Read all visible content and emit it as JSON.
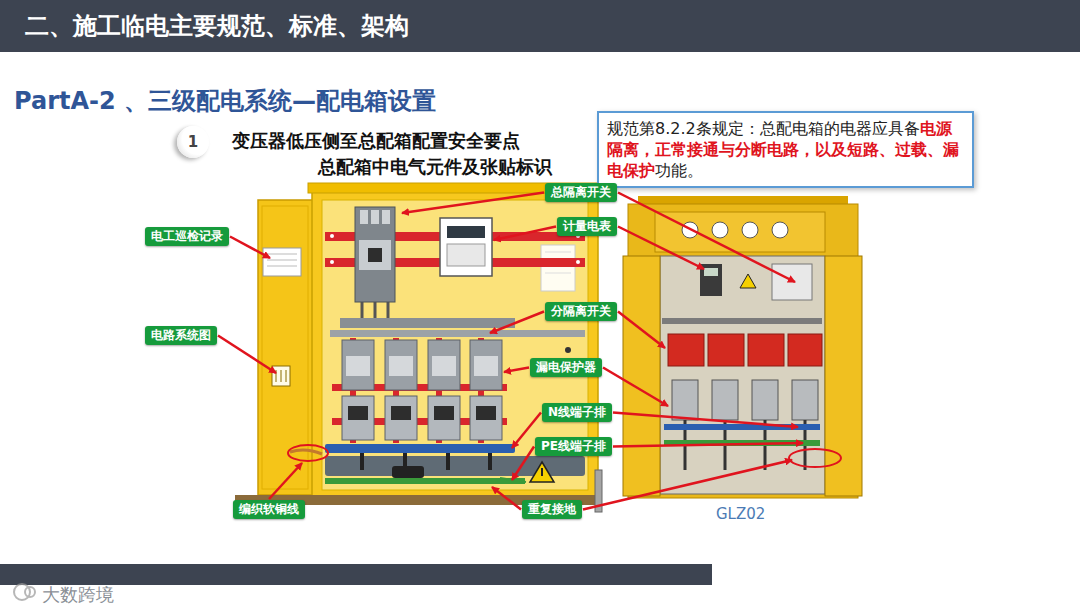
{
  "diagram": {
    "title": "二、施工临电主要规范、标准、架构",
    "nodes": [
      {
        "text": [
          "1"
        ]
      },
      {
        "text": [
          "规范第8.2.2条规定：总配电箱的电器应具备",
          "电源隔离，正常接通与分断电路，以及短路、过载、漏电保护",
          "功能。"
        ]
      },
      {
        "text": [
          "总隔离开关"
        ]
      },
      {
        "text": [
          "电工巡检记录"
        ]
      },
      {
        "text": [
          "计量电表"
        ]
      },
      {
        "text": [
          "分隔离开关"
        ]
      },
      {
        "text": [
          "电路系统图"
        ]
      },
      {
        "text": [
          "漏电保护器"
        ]
      },
      {
        "text": [
          "N线端子排"
        ]
      },
      {
        "text": [
          "PE线端子排"
        ]
      },
      {
        "text": [
          "编织软铜线"
        ]
      },
      {
        "text": [
          "重复接地"
        ]
      }
    ],
    "labels": [
      "PartA-2 、三级配电系统—配电箱设置",
      "变压器低压侧至总配箱配置安全要点",
      "总配箱中电气元件及张贴标识",
      "GLZ02",
      "大数跨境"
    ]
  }
}
